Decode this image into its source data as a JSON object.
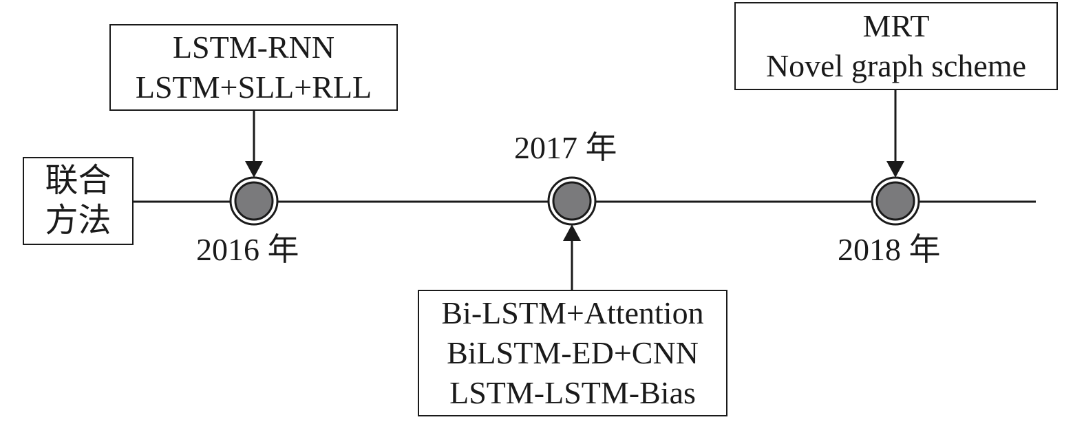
{
  "category_label": [
    "联合",
    "方法"
  ],
  "milestones": [
    {
      "year": "2016 年",
      "methods": [
        "LSTM-RNN",
        "LSTM+SLL+RLL"
      ]
    },
    {
      "year": "2017 年",
      "methods": [
        "Bi-LSTM+Attention",
        "BiLSTM-ED+CNN",
        "LSTM-LSTM-Bias"
      ]
    },
    {
      "year": "2018 年",
      "methods": [
        "MRT",
        "Novel graph scheme"
      ]
    }
  ],
  "colors": {
    "line": "#1a1a1a",
    "node_fill": "#7a7a7c",
    "background": "#ffffff"
  }
}
